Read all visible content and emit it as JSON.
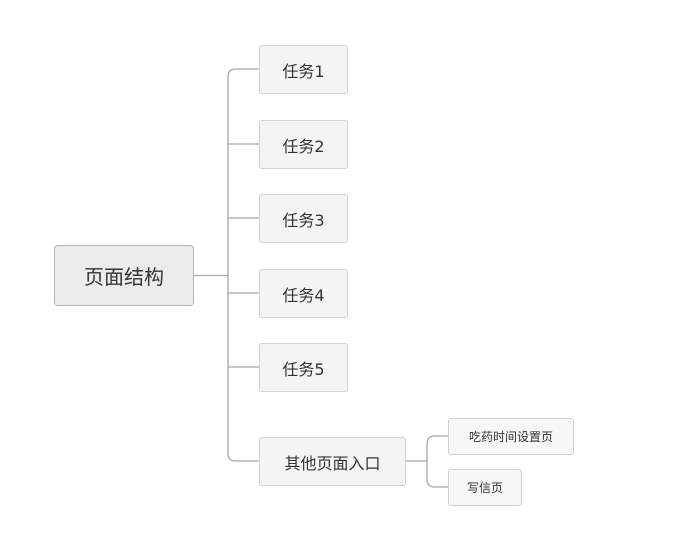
{
  "mindmap": {
    "root": {
      "label": "页面结构"
    },
    "branches": [
      {
        "label": "任务1"
      },
      {
        "label": "任务2"
      },
      {
        "label": "任务3"
      },
      {
        "label": "任务4"
      },
      {
        "label": "任务5"
      },
      {
        "label": "其他页面入口",
        "children": [
          {
            "label": "吃药时间设置页"
          },
          {
            "label": "写信页"
          }
        ]
      }
    ]
  },
  "colors": {
    "connector": "#a8a8a8",
    "node_fill": "#f4f4f4",
    "node_border": "#d2d2d2",
    "root_fill": "#ececec",
    "root_border": "#b4b4b4",
    "text": "#333333"
  }
}
